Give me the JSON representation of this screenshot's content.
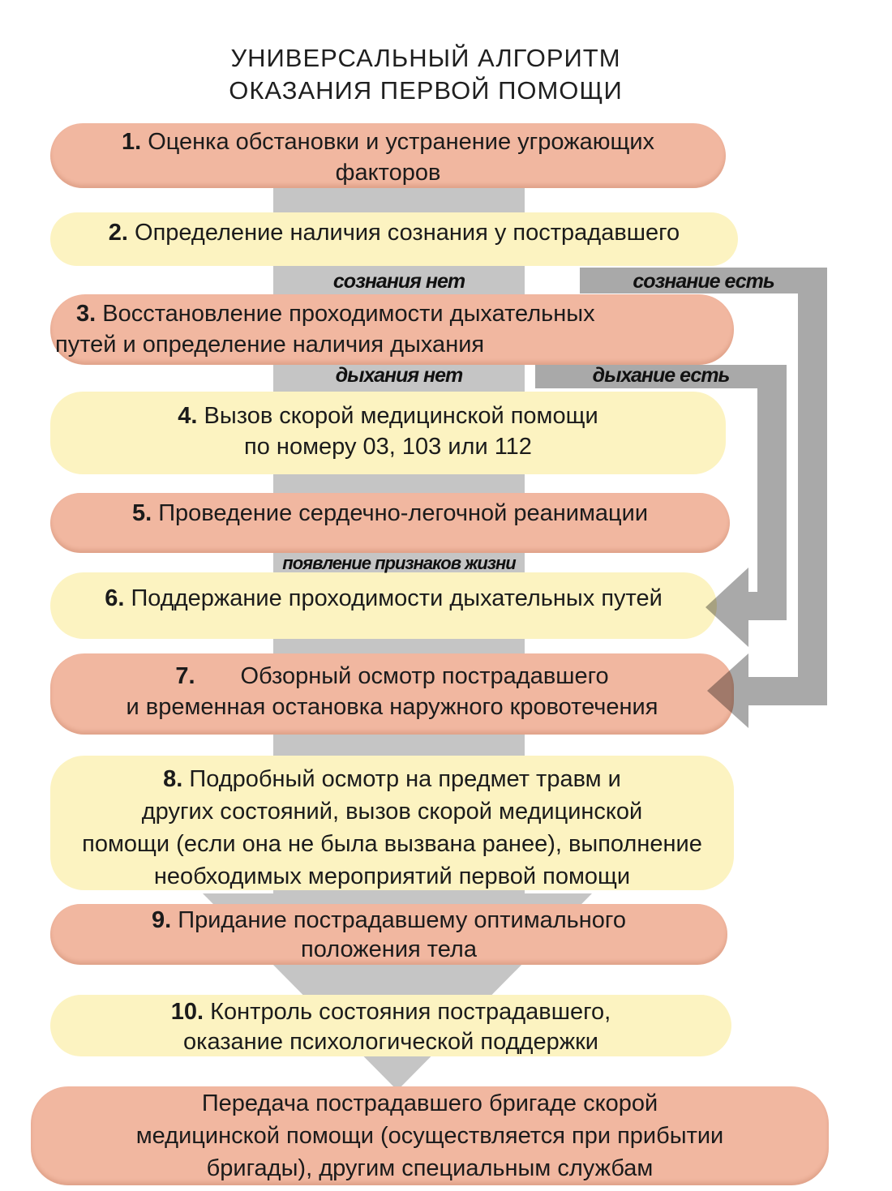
{
  "title": {
    "line1": "УНИВЕРСАЛЬНЫЙ АЛГОРИТМ",
    "line2": "ОКАЗАНИЯ ПЕРВОЙ ПОМОЩИ"
  },
  "steps": [
    {
      "number": "1.",
      "lines": [
        "Оценка обстановки и устранение угрожающих",
        "факторов"
      ],
      "color": "pink"
    },
    {
      "number": "2.",
      "lines": [
        "Определение наличия сознания у пострадавшего"
      ],
      "color": "yellow"
    },
    {
      "number": "3.",
      "lines": [
        "Восстановление проходимости дыхательных",
        "путей и определение наличия дыхания"
      ],
      "color": "pink"
    },
    {
      "number": "4.",
      "lines": [
        "Вызов скорой медицинской помощи",
        "по номеру 03, 103 или 112"
      ],
      "color": "yellow"
    },
    {
      "number": "5.",
      "lines": [
        "Проведение сердечно-легочной реанимации"
      ],
      "color": "pink"
    },
    {
      "number": "6.",
      "lines": [
        "Поддержание проходимости дыхательных путей"
      ],
      "color": "yellow"
    },
    {
      "number": "7.",
      "lines": [
        "Обзорный осмотр пострадавшего",
        "и временная остановка наружного кровотечения"
      ],
      "color": "pink"
    },
    {
      "number": "8.",
      "lines": [
        "Подробный осмотр на предмет травм и",
        "других состояний, вызов скорой медицинской",
        "помощи (если она не была вызвана ранее), выполнение",
        "необходимых мероприятий первой помощи"
      ],
      "color": "yellow"
    },
    {
      "number": "9.",
      "lines": [
        "Придание пострадавшему оптимального",
        "положения тела"
      ],
      "color": "pink"
    },
    {
      "number": "10.",
      "lines": [
        "Контроль состояния пострадавшего,",
        "оказание психологической поддержки"
      ],
      "color": "yellow"
    }
  ],
  "final_step": {
    "lines": [
      "Передача пострадавшего бригаде скорой",
      "медицинской помощи (осуществляется при прибытии",
      "бригады), другим специальным службам"
    ],
    "color": "pink"
  },
  "branch_labels": {
    "no_consciousness": "сознания нет",
    "has_consciousness": "сознание есть",
    "no_breathing": "дыхания нет",
    "has_breathing": "дыхание есть",
    "signs_of_life": "появление признаков жизни"
  },
  "colors": {
    "pink_box": "#f1b7a0",
    "yellow_box": "#fcf3c1",
    "arrow_light": "#c5c5c5",
    "arrow_dark": "#a9a9a9",
    "text": "#1b1b1b"
  }
}
